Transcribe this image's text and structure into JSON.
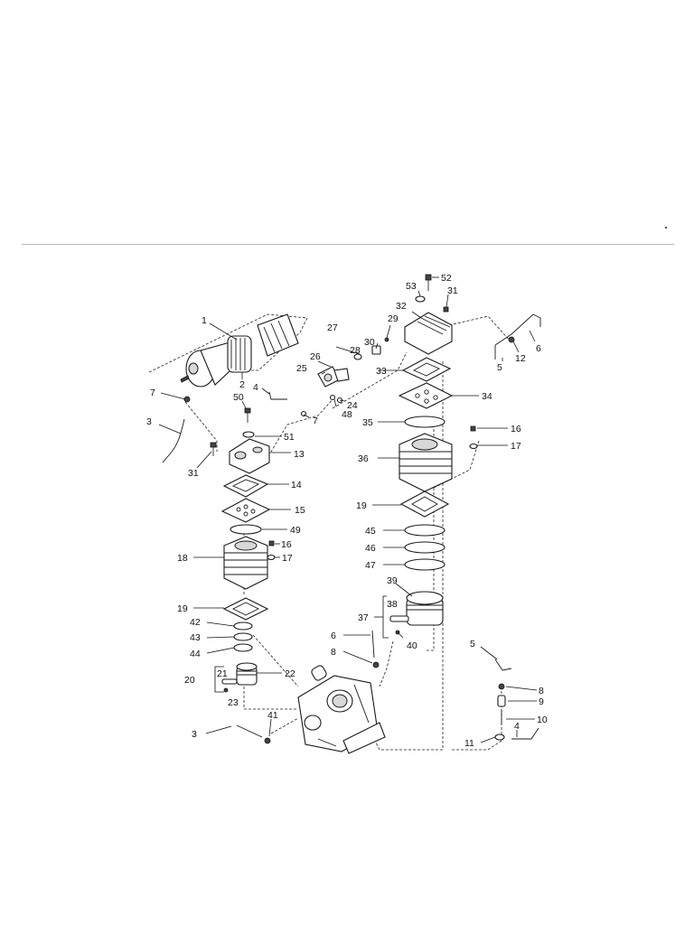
{
  "callouts": [
    {
      "n": "1"
    },
    {
      "n": "2"
    },
    {
      "n": "3"
    },
    {
      "n": "4"
    },
    {
      "n": "5"
    },
    {
      "n": "6"
    },
    {
      "n": "7"
    },
    {
      "n": "8"
    },
    {
      "n": "9"
    },
    {
      "n": "10"
    },
    {
      "n": "11"
    },
    {
      "n": "12"
    },
    {
      "n": "13"
    },
    {
      "n": "14"
    },
    {
      "n": "15"
    },
    {
      "n": "16"
    },
    {
      "n": "17"
    },
    {
      "n": "18"
    },
    {
      "n": "19"
    },
    {
      "n": "20"
    },
    {
      "n": "21"
    },
    {
      "n": "22"
    },
    {
      "n": "23"
    },
    {
      "n": "24"
    },
    {
      "n": "25"
    },
    {
      "n": "26"
    },
    {
      "n": "27"
    },
    {
      "n": "28"
    },
    {
      "n": "29"
    },
    {
      "n": "30"
    },
    {
      "n": "31"
    },
    {
      "n": "32"
    },
    {
      "n": "33"
    },
    {
      "n": "34"
    },
    {
      "n": "35"
    },
    {
      "n": "36"
    },
    {
      "n": "37"
    },
    {
      "n": "38"
    },
    {
      "n": "39"
    },
    {
      "n": "40"
    },
    {
      "n": "41"
    },
    {
      "n": "42"
    },
    {
      "n": "43"
    },
    {
      "n": "44"
    },
    {
      "n": "45"
    },
    {
      "n": "46"
    },
    {
      "n": "47"
    },
    {
      "n": "48"
    },
    {
      "n": "49"
    },
    {
      "n": "50"
    },
    {
      "n": "51"
    },
    {
      "n": "52"
    },
    {
      "n": "53"
    }
  ]
}
